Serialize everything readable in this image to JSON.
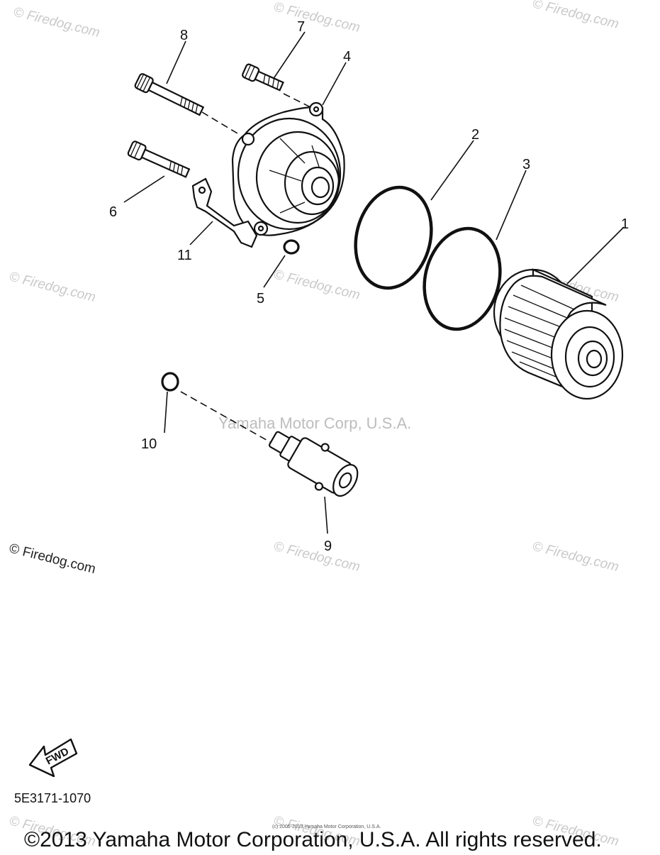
{
  "diagram": {
    "part_labels": [
      "1",
      "2",
      "3",
      "4",
      "5",
      "6",
      "7",
      "8",
      "9",
      "10",
      "11"
    ],
    "center_watermark": "Yamaha Motor Corp, U.S.A.",
    "watermark_text": "© Firedog.com",
    "fwd_label": "FWD",
    "diagram_code": "5E3171-1070",
    "small_print": "(c) 2005-2013 Yamaha Motor Corporation, U.S.A.",
    "copyright": "©2013 Yamaha Motor Corporation, U.S.A. All rights reserved."
  }
}
